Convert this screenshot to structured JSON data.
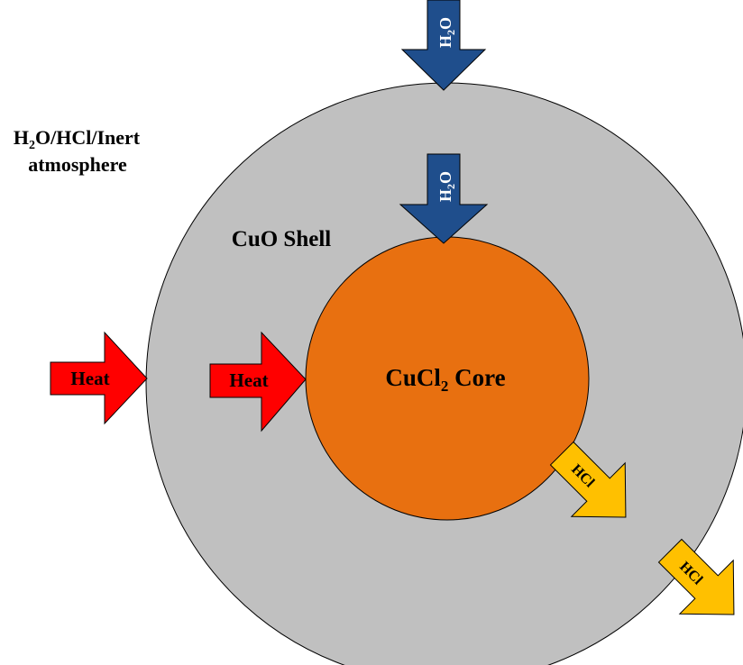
{
  "labels": {
    "atmosphere_line1_main": "H",
    "atmosphere_line1_sub": "2",
    "atmosphere_line1_rest": "O/HCl/Inert",
    "atmosphere_line2": "atmosphere",
    "shell": "CuO Shell",
    "core_main": "CuCl",
    "core_sub": "2",
    "core_rest": " Core"
  },
  "arrows": {
    "water_main": "H",
    "water_sub": "2",
    "water_rest": "O",
    "heat": "Heat",
    "hcl": "HCl"
  },
  "colors": {
    "shell": "#c0c0c0",
    "core": "#e87010",
    "water_arrow": "#1f4e8c",
    "heat_arrow": "#ff0000",
    "hcl_arrow": "#ffc000",
    "outline": "#000000"
  }
}
